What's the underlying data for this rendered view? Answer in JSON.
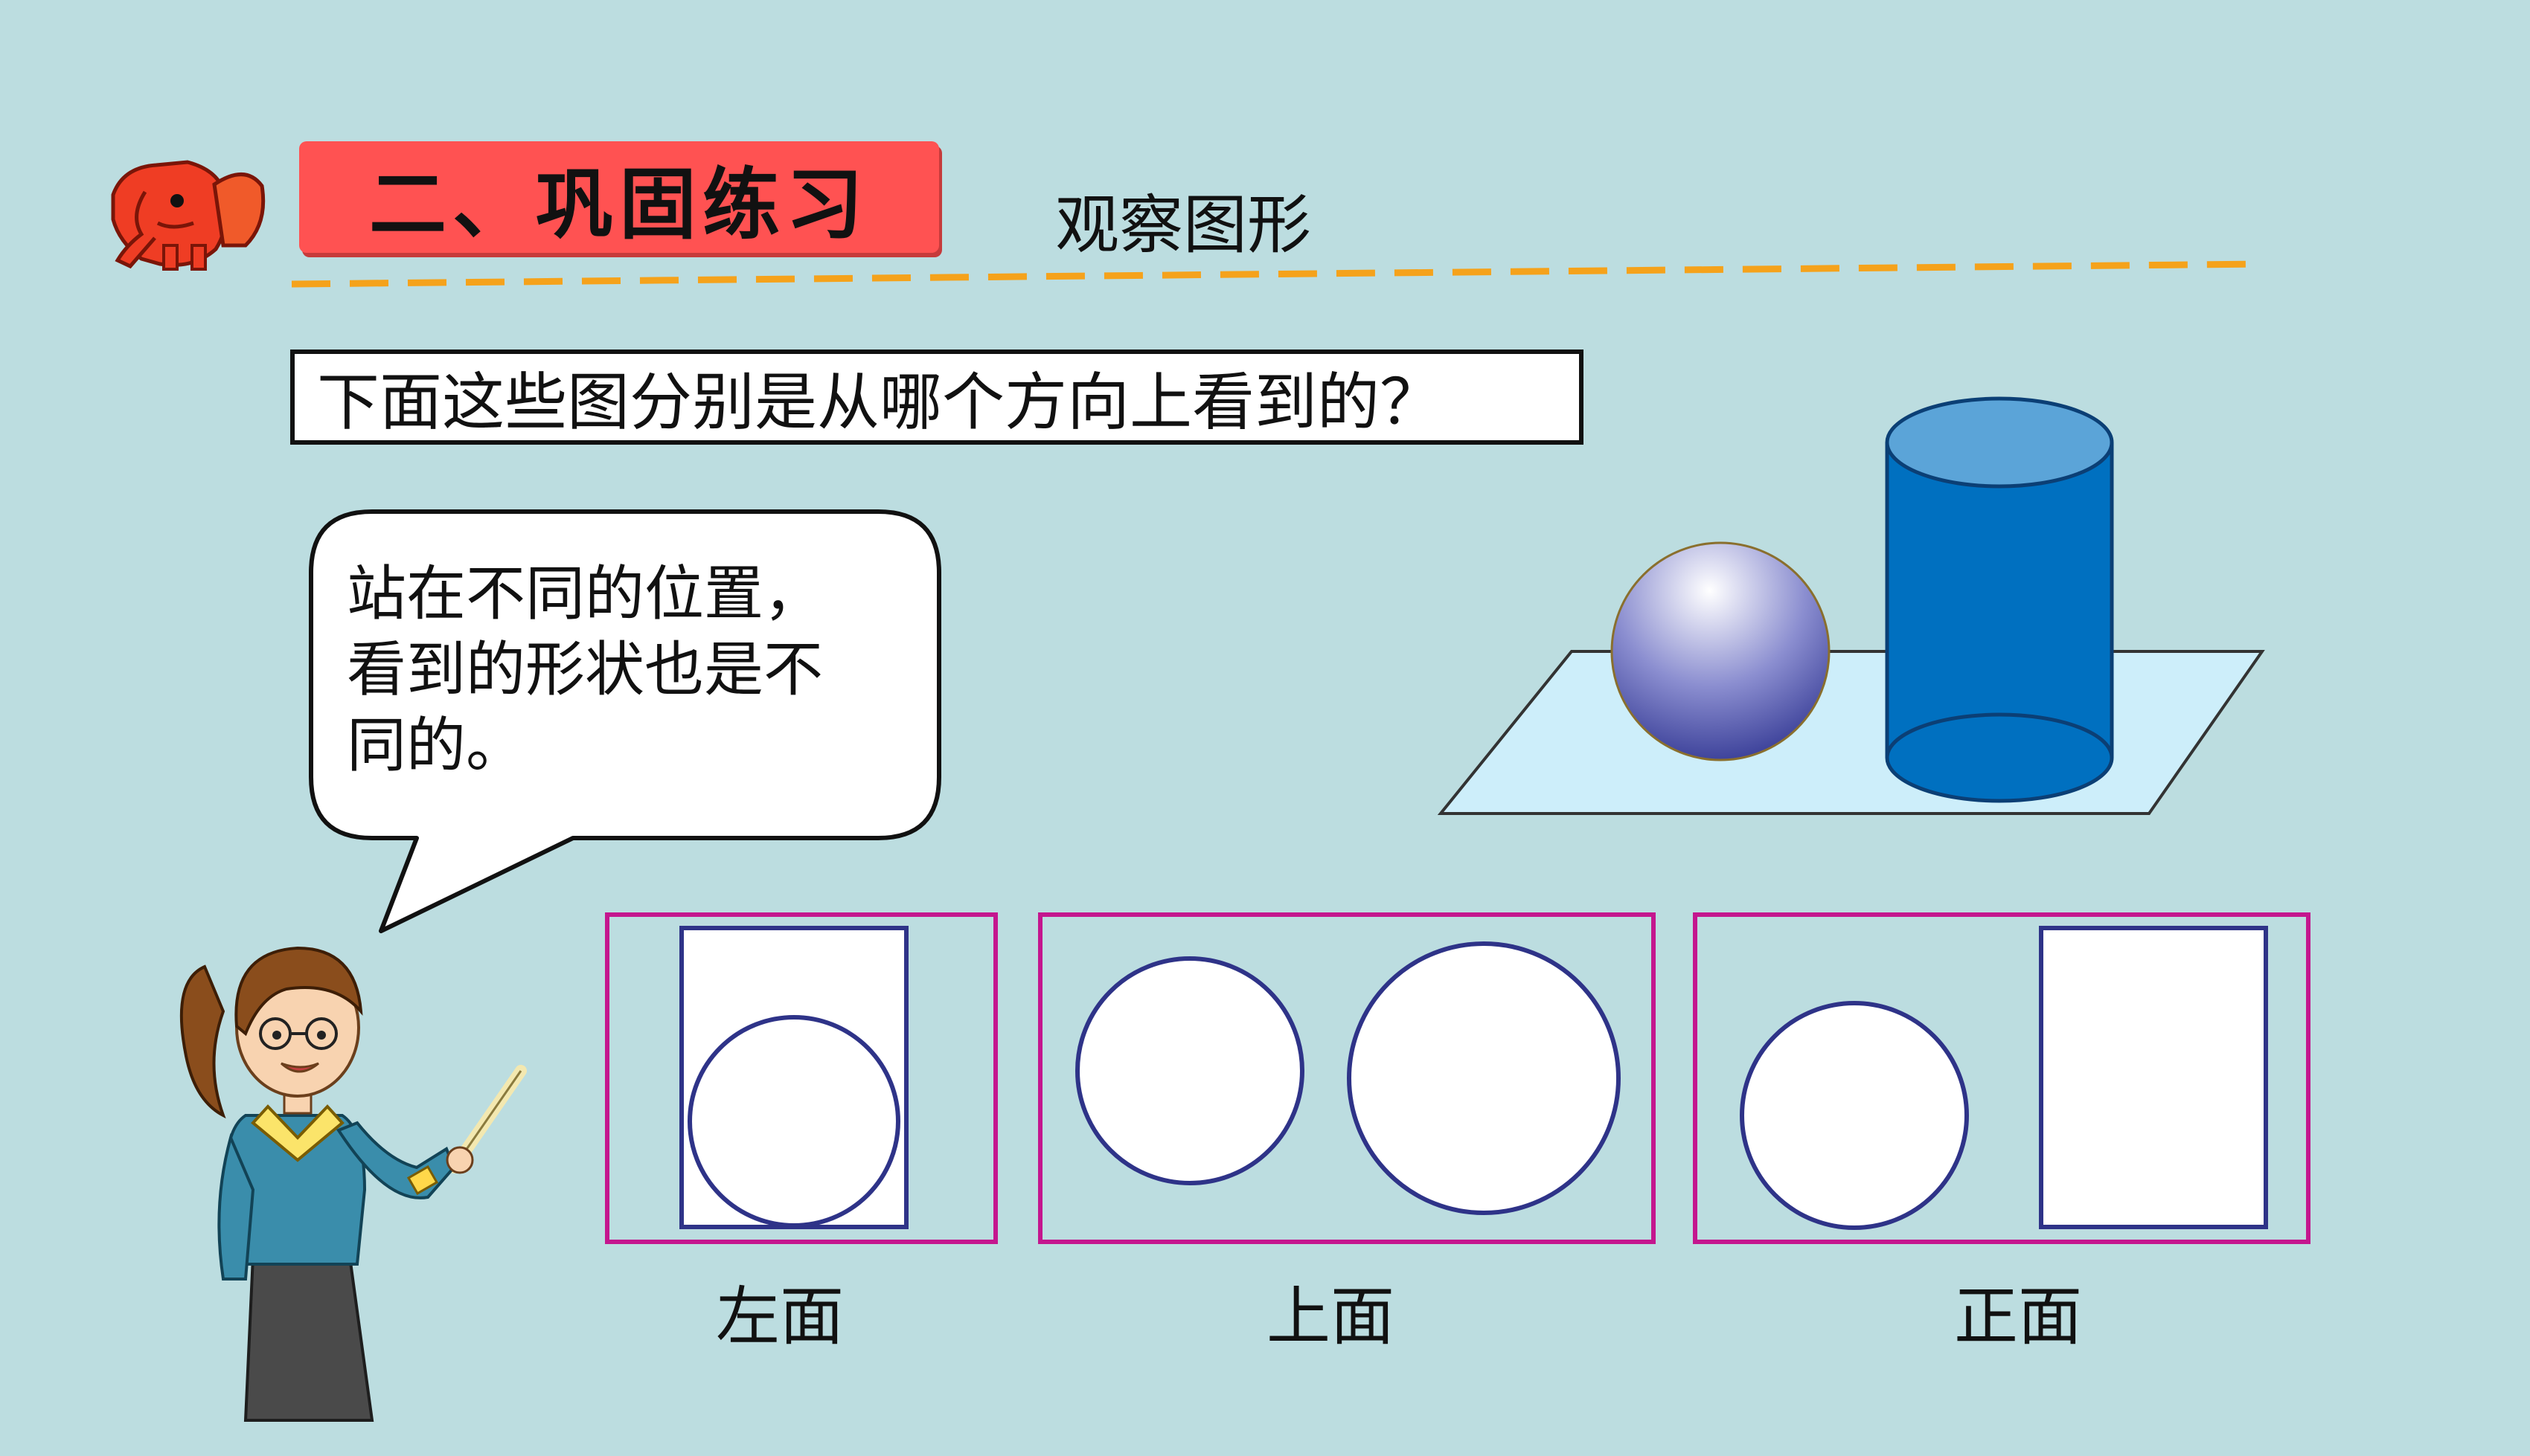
{
  "header": {
    "section_title": "二、巩固练习",
    "subtitle": "观察图形"
  },
  "question": "下面这些图分别是从哪个方向上看到的？",
  "speech_bubble": {
    "text_line1": "站在不同的位置，",
    "text_line2": "看到的形状也是不",
    "text_line3": "同的。"
  },
  "views": [
    {
      "label": "左面"
    },
    {
      "label": "上面"
    },
    {
      "label": "正面"
    }
  ],
  "colors": {
    "background": "#bcdde0",
    "title_badge": "#ff5252",
    "dashed_line": "#f5a21b",
    "view_frame": "#c4168e",
    "shape_outline": "#2e3388",
    "cylinder": "#0070c0",
    "cylinder_top": "#5ba4d8",
    "platform": "#cdeefa"
  },
  "icons": {
    "logo": "elephant-logo-icon",
    "teacher": "teacher-illustration"
  }
}
